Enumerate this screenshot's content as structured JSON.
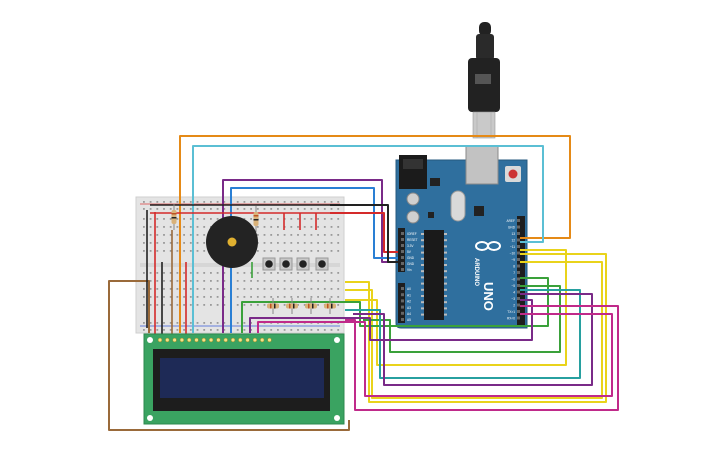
{
  "board": {
    "name": "UNO",
    "brand": "ARDUINO",
    "digital_pins": [
      "AREF",
      "GND",
      "13",
      "12",
      "~11",
      "~10",
      "~9",
      "8",
      "7",
      "~6",
      "~5",
      "4",
      "~3",
      "2",
      "TX>1",
      "RX<0"
    ],
    "power_pins": [
      "IOREF",
      "RESET",
      "3.3V",
      "5V",
      "GND",
      "GND",
      "Vin"
    ],
    "analog_pins": [
      "A0",
      "A1",
      "A2",
      "A3",
      "A4",
      "A5"
    ]
  },
  "components": [
    {
      "name": "breadboard",
      "type": "mini breadboard"
    },
    {
      "name": "piezo-buzzer",
      "type": "piezo"
    },
    {
      "name": "push-buttons",
      "count": 4
    },
    {
      "name": "resistors",
      "count": 6
    },
    {
      "name": "lcd-16x2",
      "type": "16x2 LCD",
      "pins": 16
    },
    {
      "name": "usb-cable",
      "type": "USB-B cable"
    }
  ],
  "colors": {
    "board": "#2f6f9e",
    "breadboard": "#e6e6e6",
    "lcd_pcb": "#3aa361",
    "lcd_screen": "#1e2a56",
    "wire_orange": "#e58a17",
    "wire_lightblue": "#5bbfd4",
    "wire_purple": "#7a2a88",
    "wire_yellow": "#e9d31b",
    "wire_green": "#3aa13a",
    "wire_teal": "#27a0a0",
    "wire_magenta": "#c02a8a",
    "wire_brown": "#9a6a3a",
    "wire_red": "#d42a2a",
    "wire_black": "#222222"
  }
}
